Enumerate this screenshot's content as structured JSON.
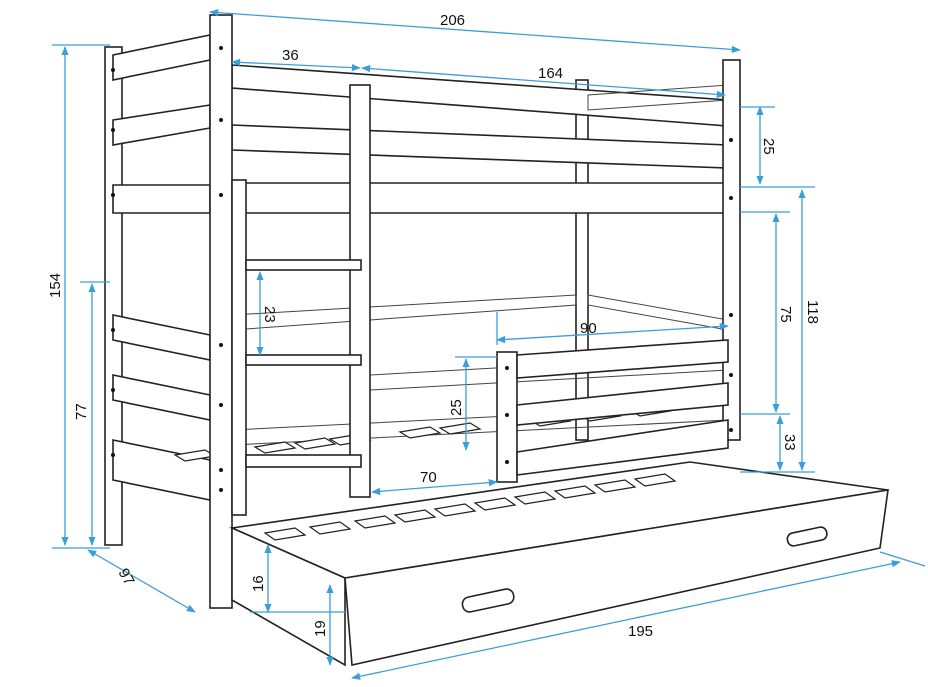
{
  "diagram": {
    "dimension_color": "#3a9fd8",
    "dimensions": {
      "total_length": "206",
      "ladder_offset": "36",
      "top_rail_length": "164",
      "top_guard_height": "25",
      "top_bed_height": "118",
      "middle_clearance": "75",
      "total_height": "154",
      "ladder_step": "23",
      "bottom_guard_length": "90",
      "bottom_guard_height": "25",
      "bottom_bed_height": "77",
      "bottom_clearance": "33",
      "bottom_opening": "70",
      "width": "97",
      "drawer_depth": "16",
      "drawer_height": "19",
      "drawer_length": "195"
    }
  }
}
